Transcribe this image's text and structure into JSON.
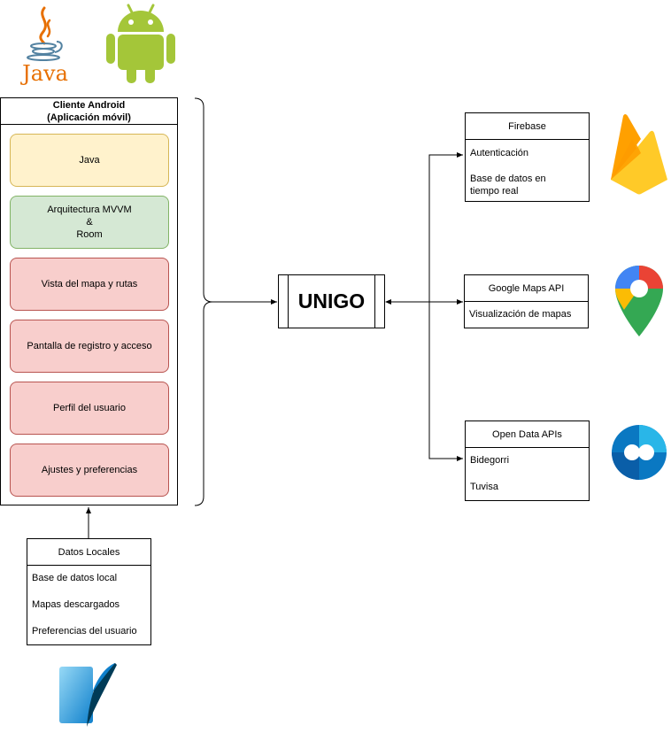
{
  "client": {
    "title_line1": "Cliente Android",
    "title_line2": "(Aplicación móvil)",
    "modules": [
      {
        "label": "Java",
        "color": "#fff2cc"
      },
      {
        "label": "Arquitectura MVVM\n&\nRoom",
        "color": "#d5e8d4"
      },
      {
        "label": "Vista del mapa y rutas",
        "color": "#f8cecc"
      },
      {
        "label": "Pantalla de registro y acceso",
        "color": "#f8cecc"
      },
      {
        "label": "Perfil del usuario",
        "color": "#f8cecc"
      },
      {
        "label": "Ajustes y preferencias",
        "color": "#f8cecc"
      }
    ]
  },
  "center": {
    "label": "UNIGO"
  },
  "firebase": {
    "title": "Firebase",
    "items": [
      "Autenticación",
      "Base de datos en\ntiempo real"
    ]
  },
  "google_maps": {
    "title": "Google Maps API",
    "items": [
      "Visualización de mapas"
    ]
  },
  "open_data": {
    "title": "Open Data APIs",
    "items": [
      "Bidegorri",
      "Tuvisa"
    ]
  },
  "local_data": {
    "title": "Datos Locales",
    "items": [
      "Base de datos local",
      "Mapas descargados",
      "Preferencias del usuario"
    ]
  },
  "logos": {
    "java": {
      "icon": "java-logo",
      "text": "Java"
    },
    "android": {
      "icon": "android-logo"
    },
    "firebase": {
      "icon": "firebase-logo"
    },
    "google_maps": {
      "icon": "google-maps-logo"
    },
    "open_data": {
      "icon": "open-data-logo"
    },
    "sqlite": {
      "icon": "sqlite-logo"
    }
  }
}
